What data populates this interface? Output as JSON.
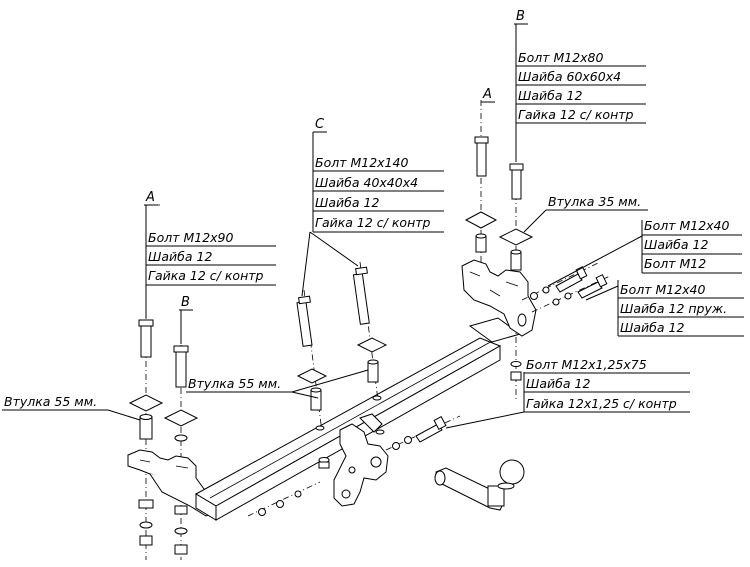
{
  "letters": {
    "a_left": "A",
    "b_left": "B",
    "c_mid": "C",
    "a_right": "A",
    "b_right": "B"
  },
  "callouts": {
    "left_a": [
      "Болт М12х90",
      "Шайба 12",
      "Гайка 12 с/ контр"
    ],
    "mid_c": [
      "Болт М12х140",
      "Шайба 40х40х4",
      "Шайба 12",
      "Гайка 12 с/ контр"
    ],
    "right_b": [
      "Болт М12х80",
      "Шайба 60х60х4",
      "Шайба 12",
      "Гайка 12 с/ контр"
    ],
    "side_m12x40_a": [
      "Болт М12х40",
      "Шайба 12",
      "Болт М12"
    ],
    "side_m12x40_b": [
      "Болт М12х40",
      "Шайба 12 пруж.",
      "Шайба 12"
    ],
    "lower_m12x125": [
      "Болт М12х1,25х75",
      "Шайба 12",
      "Гайка 12х1,25 с/ контр"
    ]
  },
  "bushings": {
    "left": "Втулка 55 мм.",
    "mid": "Втулка 55 мм.",
    "right": "Втулка 35 мм."
  }
}
